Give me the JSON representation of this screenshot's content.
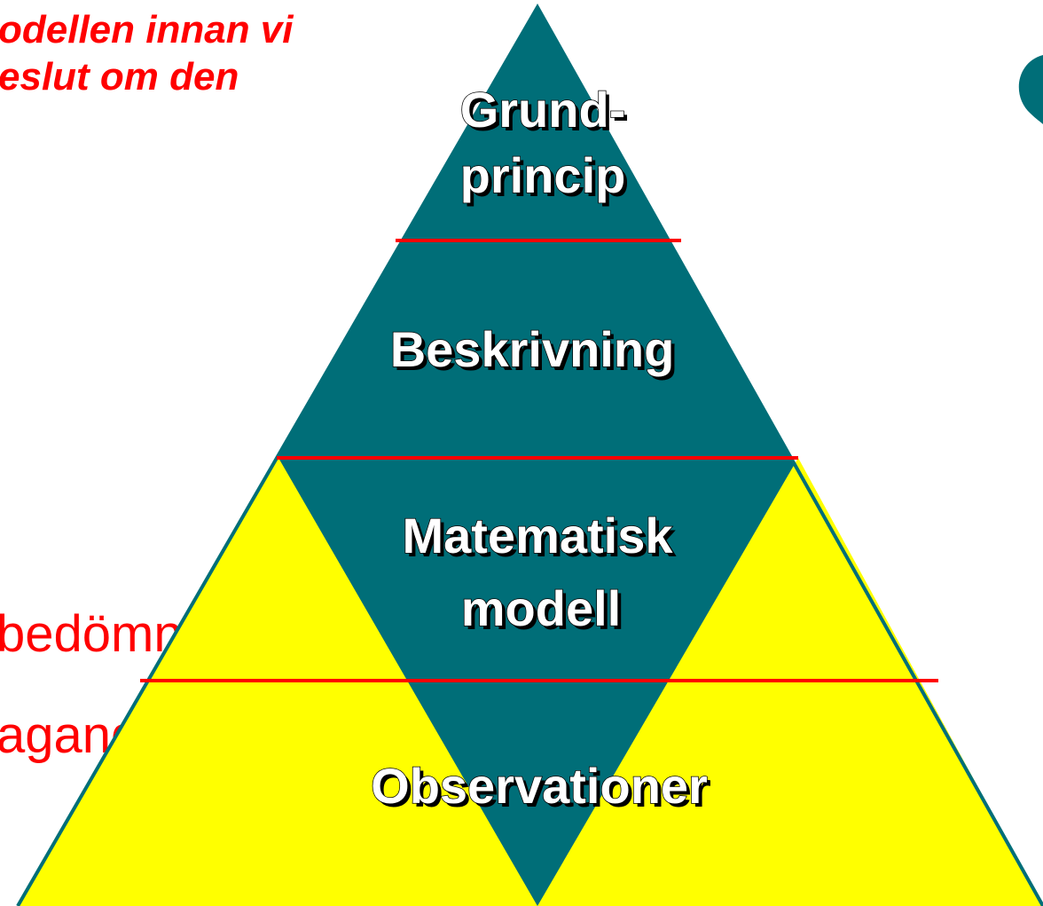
{
  "top_note": {
    "line1": "odellen innan vi",
    "line2": "eslut om den"
  },
  "side_notes": {
    "upper": "bedömningar",
    "lower": "aganden"
  },
  "pyramid": {
    "levels": [
      {
        "line1": "Grund-",
        "line2": "princip"
      },
      {
        "line1": "Beskrivning",
        "line2": ""
      },
      {
        "line1": "Matematisk",
        "line2": "modell"
      },
      {
        "line1": "Observationer",
        "line2": ""
      }
    ]
  },
  "colors": {
    "teal": "#006e78",
    "yellow": "#ffff00",
    "divider_red": "#ff0000",
    "note_red": "#ff0000",
    "label_white": "#ffffff"
  }
}
